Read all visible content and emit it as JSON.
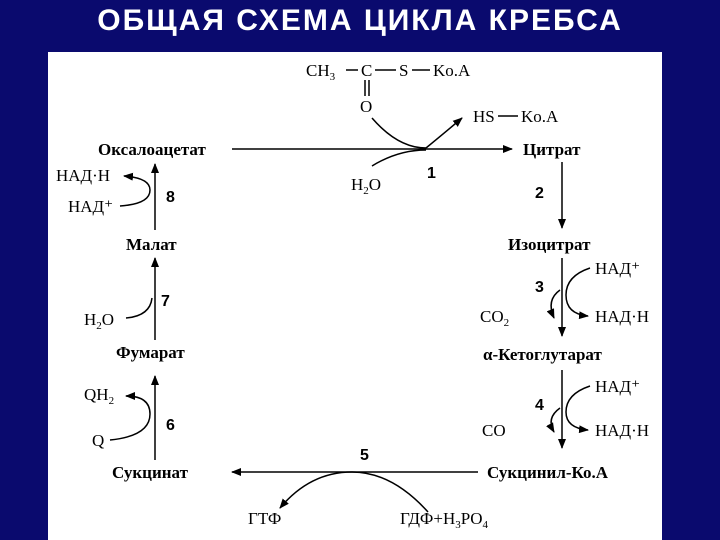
{
  "title": "ОБЩАЯ СХЕМА ЦИКЛА КРЕБСА",
  "acetyl": {
    "ch": "CH",
    "ch_sub": "3",
    "c": "C",
    "s": "S",
    "koa": "Ko.A",
    "o": "O"
  },
  "hs_koa": {
    "hs": "HS",
    "koa": "Ko.A"
  },
  "compounds": {
    "oxaloacetate": "Оксалоацетат",
    "citrate": "Цитрат",
    "isocitrate": "Изоцитрат",
    "ketoglutarate": "α-Кетоглутарат",
    "succinyl_coa": "Сукцинил-Ко.А",
    "succinate": "Сукцинат",
    "fumarate": "Фумарат",
    "malate": "Малат"
  },
  "cofactors": {
    "h2o_1": {
      "h": "H",
      "sub": "2",
      "o": "O"
    },
    "h2o_7": {
      "h": "H",
      "sub": "2",
      "o": "O"
    },
    "nadh_8": "НАД·Н",
    "nad_8": "НАД⁺",
    "nad_3": "НАД⁺",
    "nadh_3": "НАД·Н",
    "co2_3": {
      "co": "CO",
      "sub": "2"
    },
    "nad_4": "НАД⁺",
    "nadh_4": "НАД·Н",
    "co_4": "CO",
    "qh2": {
      "qh": "QH",
      "sub": "2"
    },
    "q": "Q",
    "gtp": "ГТФ",
    "gdp_a": "ГДФ+Н",
    "gdp_sub1": "3",
    "gdp_b": "PO",
    "gdp_sub2": "4"
  },
  "steps": [
    "1",
    "2",
    "3",
    "4",
    "5",
    "6",
    "7",
    "8"
  ]
}
